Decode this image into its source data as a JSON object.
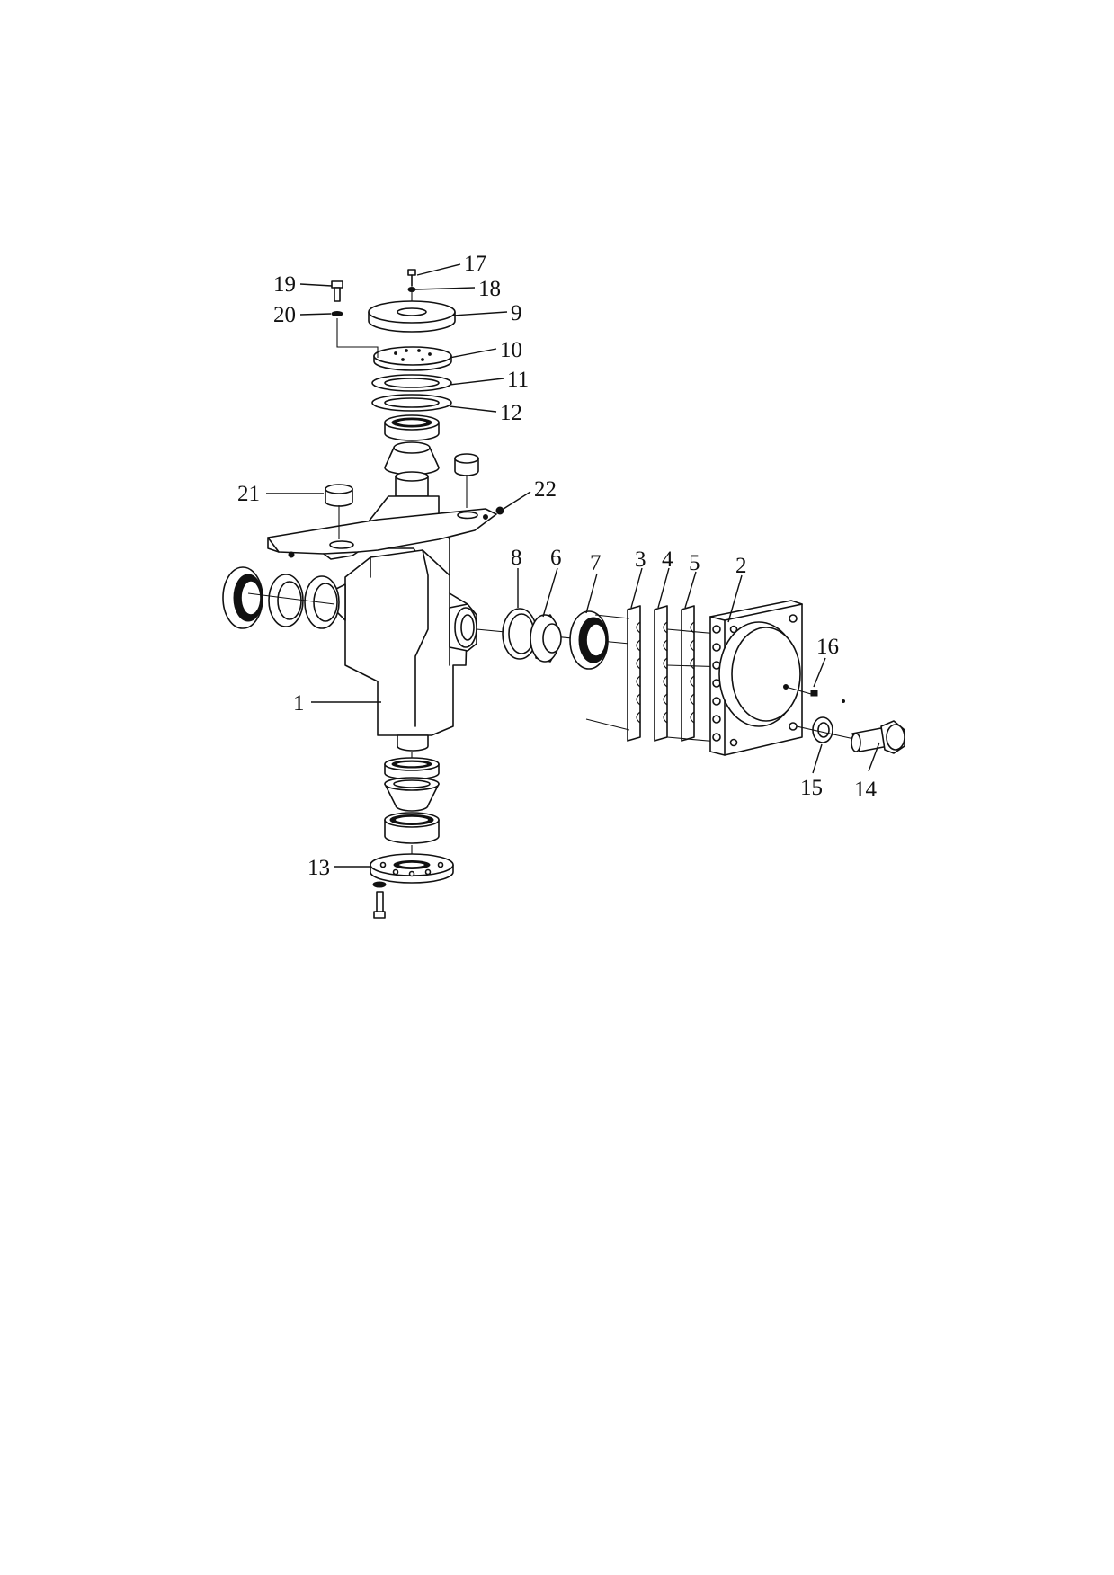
{
  "diagram": {
    "type": "exploded-parts-view",
    "callouts": [
      {
        "id": "1",
        "text": "1"
      },
      {
        "id": "2",
        "text": "2"
      },
      {
        "id": "3",
        "text": "3"
      },
      {
        "id": "4",
        "text": "4"
      },
      {
        "id": "5",
        "text": "5"
      },
      {
        "id": "6",
        "text": "6"
      },
      {
        "id": "7",
        "text": "7"
      },
      {
        "id": "8",
        "text": "8"
      },
      {
        "id": "9",
        "text": "9"
      },
      {
        "id": "10",
        "text": "10"
      },
      {
        "id": "11",
        "text": "11"
      },
      {
        "id": "12",
        "text": "12"
      },
      {
        "id": "13",
        "text": "13"
      },
      {
        "id": "14",
        "text": "14"
      },
      {
        "id": "15",
        "text": "15"
      },
      {
        "id": "16",
        "text": "16"
      },
      {
        "id": "17",
        "text": "17"
      },
      {
        "id": "18",
        "text": "18"
      },
      {
        "id": "19",
        "text": "19"
      },
      {
        "id": "20",
        "text": "20"
      },
      {
        "id": "21",
        "text": "21"
      },
      {
        "id": "22",
        "text": "22"
      }
    ]
  }
}
